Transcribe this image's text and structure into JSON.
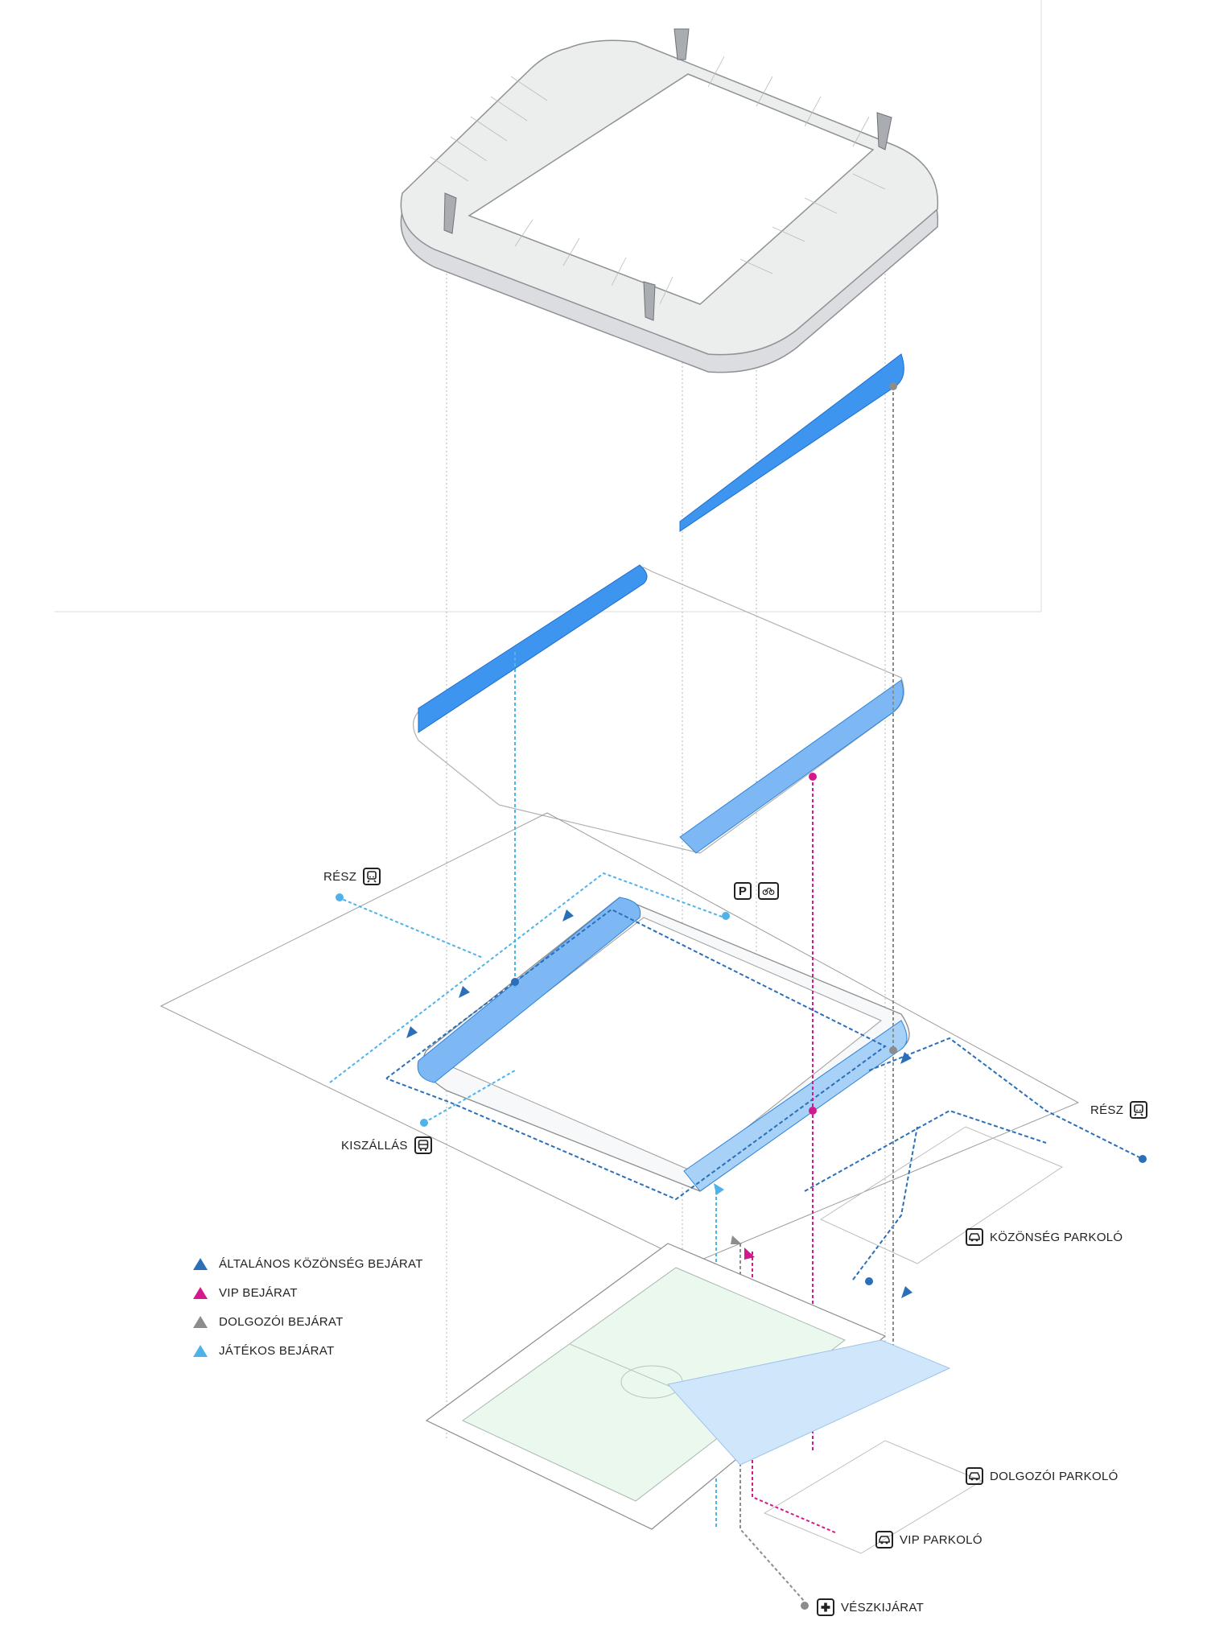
{
  "colors": {
    "general_public": "#2b6fb8",
    "vip": "#d4198e",
    "staff": "#8c8c8c",
    "player": "#4fb3ea",
    "stand_blue": "#3d95f0",
    "stand_light": "#a7d1f7",
    "pitch": "#eaf8ee",
    "roof": "#e6e7e8"
  },
  "labels": {
    "resz_top": "RÉSZ",
    "parking_bike": "",
    "resz_right": "RÉSZ",
    "kiszallas": "KISZÁLLÁS",
    "kozonseg_parkolo": "KÖZÖNSÉG PARKOLÓ",
    "dolgozoi_parkolo": "DOLGOZÓI PARKOLÓ",
    "vip_parkolo": "VIP PARKOLÓ",
    "veszkijarat": "VÉSZKIJÁRAT"
  },
  "icons": {
    "resz_top": "train-icon",
    "parking": "parking-icon",
    "bike": "bicycle-icon",
    "resz_right": "train-icon",
    "kiszallas": "bus-icon",
    "kozonseg_parkolo": "car-icon",
    "dolgozoi_parkolo": "car-icon",
    "vip_parkolo": "car-icon",
    "veszkijarat": "first-aid-cross-icon"
  },
  "parking_letter": "P",
  "legend": [
    {
      "label": "ÁLTALÁNOS KÖZÖNSÉG BEJÁRAT",
      "color": "#2b6fb8"
    },
    {
      "label": "VIP BEJÁRAT",
      "color": "#d4198e"
    },
    {
      "label": "DOLGOZÓI BEJÁRAT",
      "color": "#8c8c8c"
    },
    {
      "label": "JÁTÉKOS BEJÁRAT",
      "color": "#4fb3ea"
    }
  ]
}
